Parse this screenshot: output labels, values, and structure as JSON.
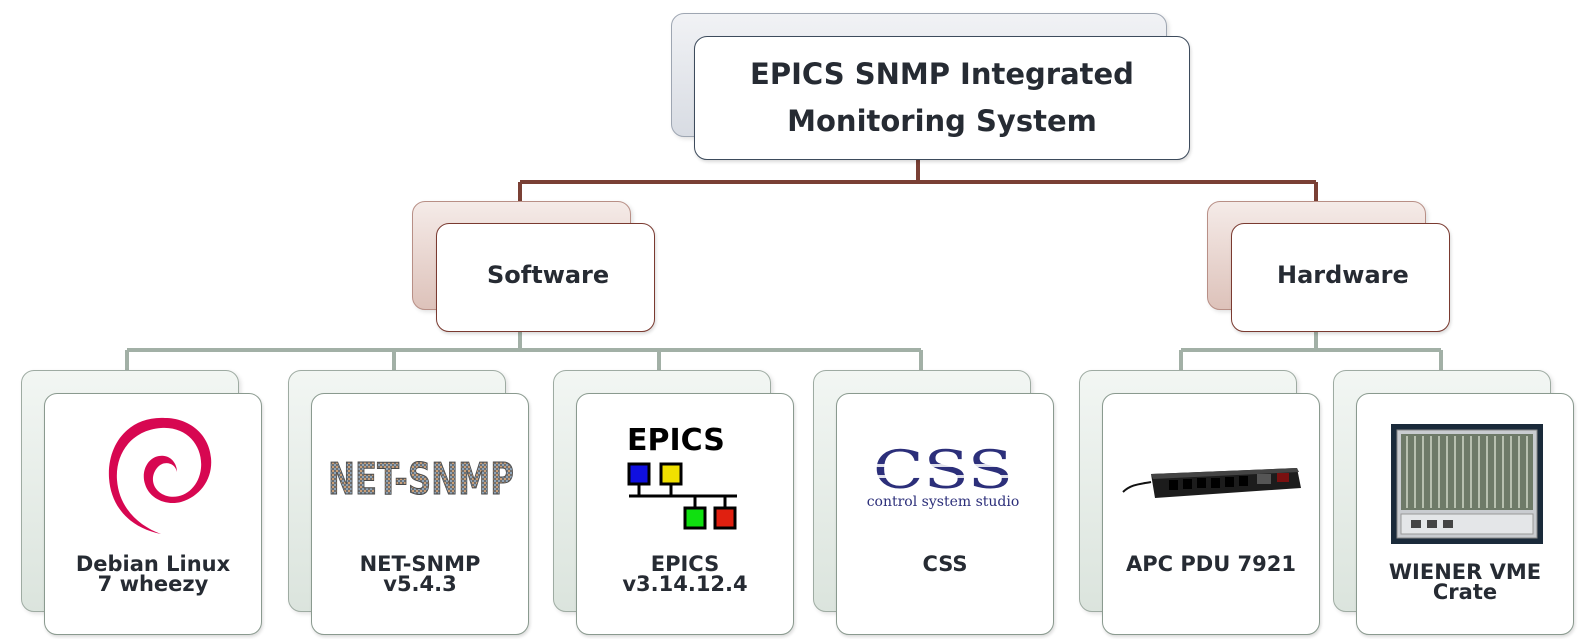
{
  "root": {
    "line1": "EPICS SNMP Integrated",
    "line2": "Monitoring System"
  },
  "categories": {
    "software": "Software",
    "hardware": "Hardware"
  },
  "leaves": [
    {
      "line1": "Debian  Linux",
      "line2": "7 wheezy",
      "icon": "debian-swirl-logo"
    },
    {
      "line1": "NET-SNMP",
      "line2": "v5.4.3",
      "icon": "net-snmp-logo"
    },
    {
      "line1": "EPICS",
      "line2": "v3.14.12.4",
      "icon": "epics-logo"
    },
    {
      "line1": "",
      "line2": "CSS",
      "icon": "css-logo"
    },
    {
      "line1": "",
      "line2": "APC  PDU  7921",
      "icon": "pdu-device-photo"
    },
    {
      "line1": "WIENER  VME",
      "line2": "Crate",
      "icon": "vme-crate-photo"
    }
  ],
  "logos": {
    "epics_text": "EPICS",
    "css_letters": "CSS",
    "css_caption": "control system studio",
    "netsnmp_text": "NET-SNMP"
  },
  "colors": {
    "root_border": "#3d4b5c",
    "category_border": "#7a3a30",
    "leaf_border": "#8a9a8f",
    "top_connector": "#7a4035",
    "leaf_connector": "#a2b0a6"
  }
}
